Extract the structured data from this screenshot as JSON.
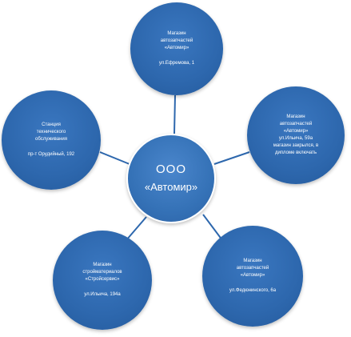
{
  "center": {
    "line1": "ООО",
    "line2": "«Автомир»"
  },
  "nodes": {
    "top": {
      "lines": [
        "Магазин",
        "автозапчастей",
        "«Автомир»"
      ],
      "address": "ул.Ефремова, 1"
    },
    "left": {
      "lines": [
        "Станция",
        "технического",
        "обслуживания"
      ],
      "address": "пр-т Орудийный, 192"
    },
    "right": {
      "lines": [
        "Магазин",
        "автозапчастей",
        "«Автомир»",
        "ул.Ильича, 59а",
        "магазин закрылся, в",
        "дипломе включать"
      ],
      "address": ""
    },
    "bottom_left": {
      "lines": [
        "Магазин",
        "стройматериалов",
        "«Стройсервис»"
      ],
      "address": "ул.Ильича, 194а"
    },
    "bottom_right": {
      "lines": [
        "Магазин",
        "автозапчастей",
        "«Автомир»"
      ],
      "address": "ул.Федюнинского, 6а"
    }
  },
  "colors": {
    "node": "#2d67ad",
    "connector": "#2d67ad",
    "text": "#ffffff"
  }
}
